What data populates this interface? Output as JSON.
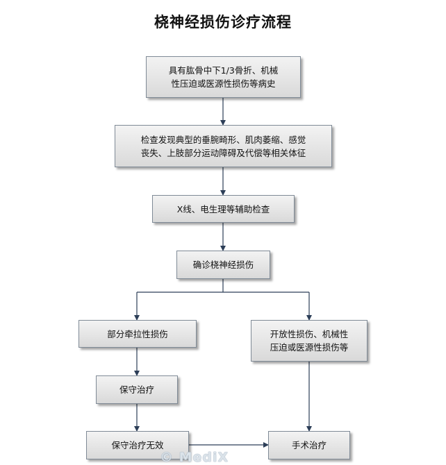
{
  "title": "桡神经损伤诊疗流程",
  "nodes": {
    "history": "具有肱骨中下1/3骨折、机械\n性压迫或医源性损伤等病史",
    "exam": "检查发现典型的垂腕畸形、肌肉萎缩、感觉\n丧失、上肢部分运动障碍及代偿等相关体征",
    "aux": "X线、电生理等辅助检查",
    "diagnosis": "确诊桡神经损伤",
    "partial": "部分牵拉性损伤",
    "open": "开放性损伤、机械性\n压迫或医源性损伤等",
    "conservative": "保守治疗",
    "ineffective": "保守治疗无效",
    "surgery": "手术治疗"
  },
  "watermark": "© MediX",
  "colors": {
    "connector": "#2c3e57",
    "node_border": "#7f8a96"
  }
}
